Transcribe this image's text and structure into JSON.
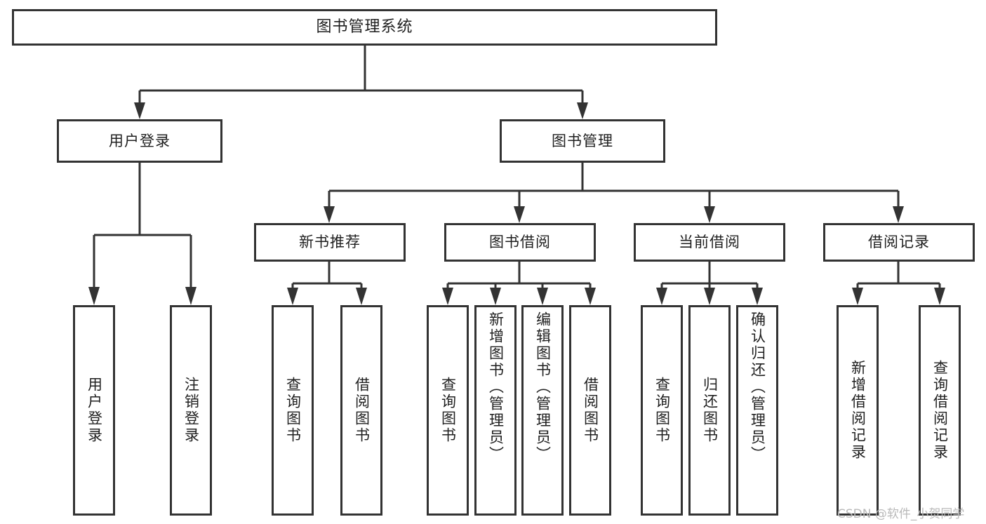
{
  "diagram": {
    "type": "tree",
    "title": "图书管理系统",
    "root": {
      "id": "root",
      "label": "图书管理系统"
    },
    "level1": [
      {
        "id": "user-login",
        "label": "用户登录"
      },
      {
        "id": "book-management",
        "label": "图书管理"
      }
    ],
    "level2": [
      {
        "id": "new-book-recommend",
        "label": "新书推荐",
        "parent": "book-management"
      },
      {
        "id": "book-borrow",
        "label": "图书借阅",
        "parent": "book-management"
      },
      {
        "id": "current-borrow",
        "label": "当前借阅",
        "parent": "book-management"
      },
      {
        "id": "borrow-record",
        "label": "借阅记录",
        "parent": "book-management"
      }
    ],
    "leaves": {
      "user_login": [
        {
          "id": "leaf-user-login",
          "label": "用户登录"
        },
        {
          "id": "leaf-user-logout",
          "label": "注销登录"
        }
      ],
      "new_book_recommend": [
        {
          "id": "leaf-query-book-1",
          "label": "查询图书"
        },
        {
          "id": "leaf-borrow-book-1",
          "label": "借阅图书"
        }
      ],
      "book_borrow": [
        {
          "id": "leaf-query-book-2",
          "label": "查询图书"
        },
        {
          "id": "leaf-add-book",
          "label": "新增图书（管理员）"
        },
        {
          "id": "leaf-edit-book",
          "label": "编辑图书（管理员）"
        },
        {
          "id": "leaf-borrow-book-2",
          "label": "借阅图书"
        }
      ],
      "current_borrow": [
        {
          "id": "leaf-query-book-3",
          "label": "查询图书"
        },
        {
          "id": "leaf-return-book",
          "label": "归还图书"
        },
        {
          "id": "leaf-confirm-return",
          "label": "确认归还（管理员）"
        }
      ],
      "borrow_record": [
        {
          "id": "leaf-add-record",
          "label": "新增借阅记录"
        },
        {
          "id": "leaf-query-record",
          "label": "查询借阅记录"
        }
      ]
    }
  },
  "watermark": {
    "text": "CSDN @软件_小贺同学"
  },
  "colors": {
    "stroke": "#333333",
    "text": "#1f1f1f",
    "background": "#ffffff",
    "watermark": "#b9b9b9"
  }
}
